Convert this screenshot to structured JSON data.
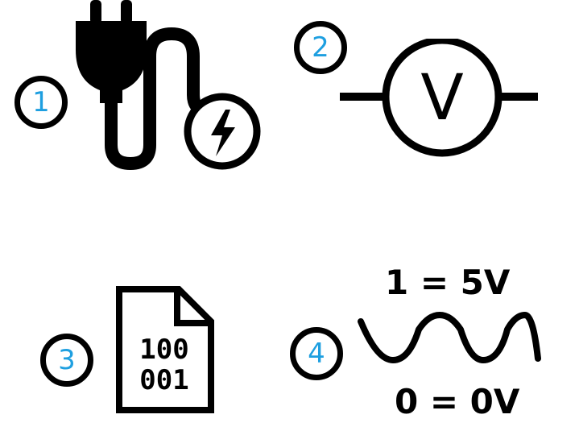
{
  "badges": {
    "one": "1",
    "two": "2",
    "three": "3",
    "four": "4"
  },
  "voltmeter": {
    "symbol": "V"
  },
  "binary_file": {
    "line1": "100",
    "line2": "001"
  },
  "signal": {
    "high": "1 = 5V",
    "low": "0 = 0V"
  },
  "colors": {
    "badge_number": "#1e9fe0",
    "stroke": "#000000",
    "background": "#ffffff"
  }
}
